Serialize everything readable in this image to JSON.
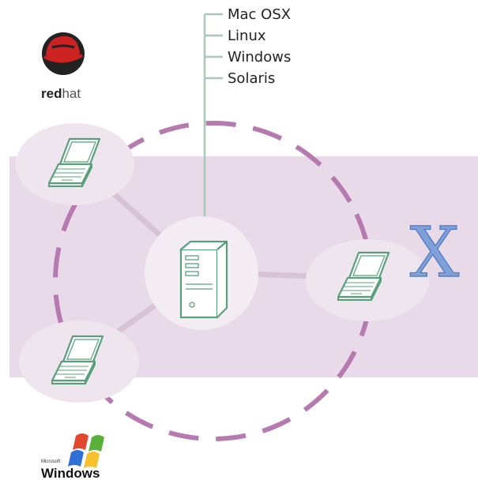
{
  "server_os_list": [
    "Mac OSX",
    "Linux",
    "Windows",
    "Solaris"
  ],
  "logos": {
    "redhat": {
      "word_bold": "red",
      "word_light": "hat"
    },
    "windows": {
      "wordmark": "Windows",
      "small_text": "Microsoft"
    },
    "macosx": {
      "letter": "X"
    }
  },
  "colors": {
    "band": "#e8dae8",
    "node_bubble": "#efe5ef",
    "server_bubble": "#f3ecf3",
    "ring": "#b67ab0",
    "spoke": "#d7c2d8",
    "device_stroke": "#58a07c",
    "list_line": "#a8c8b8",
    "redhat_red": "#cc2222",
    "x_blue": "#7fa0d8"
  },
  "icons": {
    "server": "tower-server-icon",
    "laptop": "laptop-icon",
    "redhat": "redhat-logo-icon",
    "windows": "windows-flag-icon",
    "macosx": "mac-osx-x-icon"
  }
}
